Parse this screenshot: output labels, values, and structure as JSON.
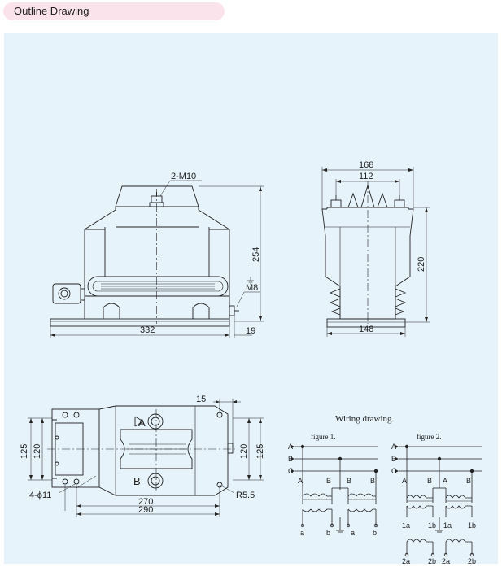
{
  "header": {
    "title": "Outline Drawing"
  },
  "front_view": {
    "dim_width": "332",
    "dim_height": "254",
    "dim_foot": "19",
    "bolt_callout": "2-M10",
    "ground_callout": "M8"
  },
  "side_view": {
    "dim_top_outer": "168",
    "dim_top_inner": "112",
    "dim_height": "220",
    "dim_base": "148"
  },
  "plan_view": {
    "dim_left_outer": "125",
    "dim_left_inner": "120",
    "dim_right_outer": "125",
    "dim_right_inner": "120",
    "dim_hole_spacing": "270",
    "dim_total_length": "290",
    "dim_offset": "15",
    "hole_callout": "4-ϕ11",
    "radius_callout": "R5.5",
    "terminal_a": "A",
    "terminal_b": "B"
  },
  "wiring": {
    "title": "Wiring drawing",
    "figure1": {
      "caption": "figure 1.",
      "lines": [
        "A",
        "B",
        "C"
      ],
      "top_labels": [
        "A",
        "B",
        "B",
        "B"
      ],
      "bottom_labels": [
        "a",
        "b",
        "a",
        "b"
      ]
    },
    "figure2": {
      "caption": "figure 2.",
      "lines": [
        "A",
        "B",
        "C"
      ],
      "top_labels": [
        "A",
        "B",
        "A",
        "B"
      ],
      "mid_labels": [
        "1a",
        "1b",
        "1a",
        "1b"
      ],
      "bottom_labels": [
        "2a",
        "2b",
        "2a",
        "2b"
      ]
    }
  }
}
